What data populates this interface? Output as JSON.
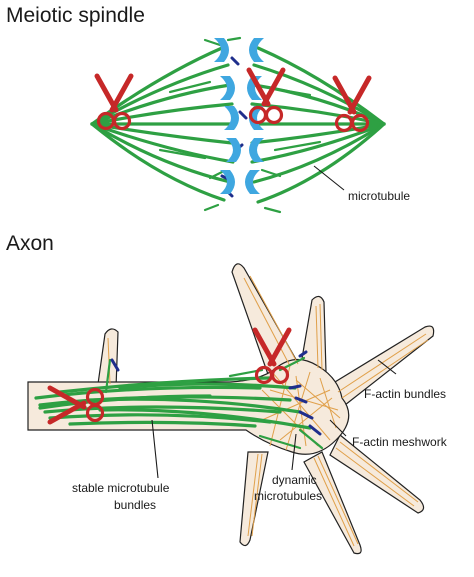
{
  "diagram": {
    "meiotic_spindle": {
      "title": "Meiotic spindle",
      "labels": {
        "microtubule": "microtubule"
      }
    },
    "axon": {
      "title": "Axon",
      "labels": {
        "f_actin_bundles": "F-actin bundles",
        "f_actin_meshwork": "F-actin meshwork",
        "stable_microtubule_bundles_line1": "stable microtubule",
        "stable_microtubule_bundles_line2": "bundles",
        "dynamic_microtubules_line1": "dynamic",
        "dynamic_microtubules_line2": "microtubules"
      }
    },
    "colors": {
      "microtubule": "#2ea043",
      "plus_end": "#1f2e8c",
      "kinetochore": "#3fa7e0",
      "scissors": "#c62828",
      "f_actin": "#e0a04a",
      "filopodium_fill": "#f6eadc"
    },
    "icons": [
      "scissors-icon",
      "kinetochore-icon"
    ]
  }
}
